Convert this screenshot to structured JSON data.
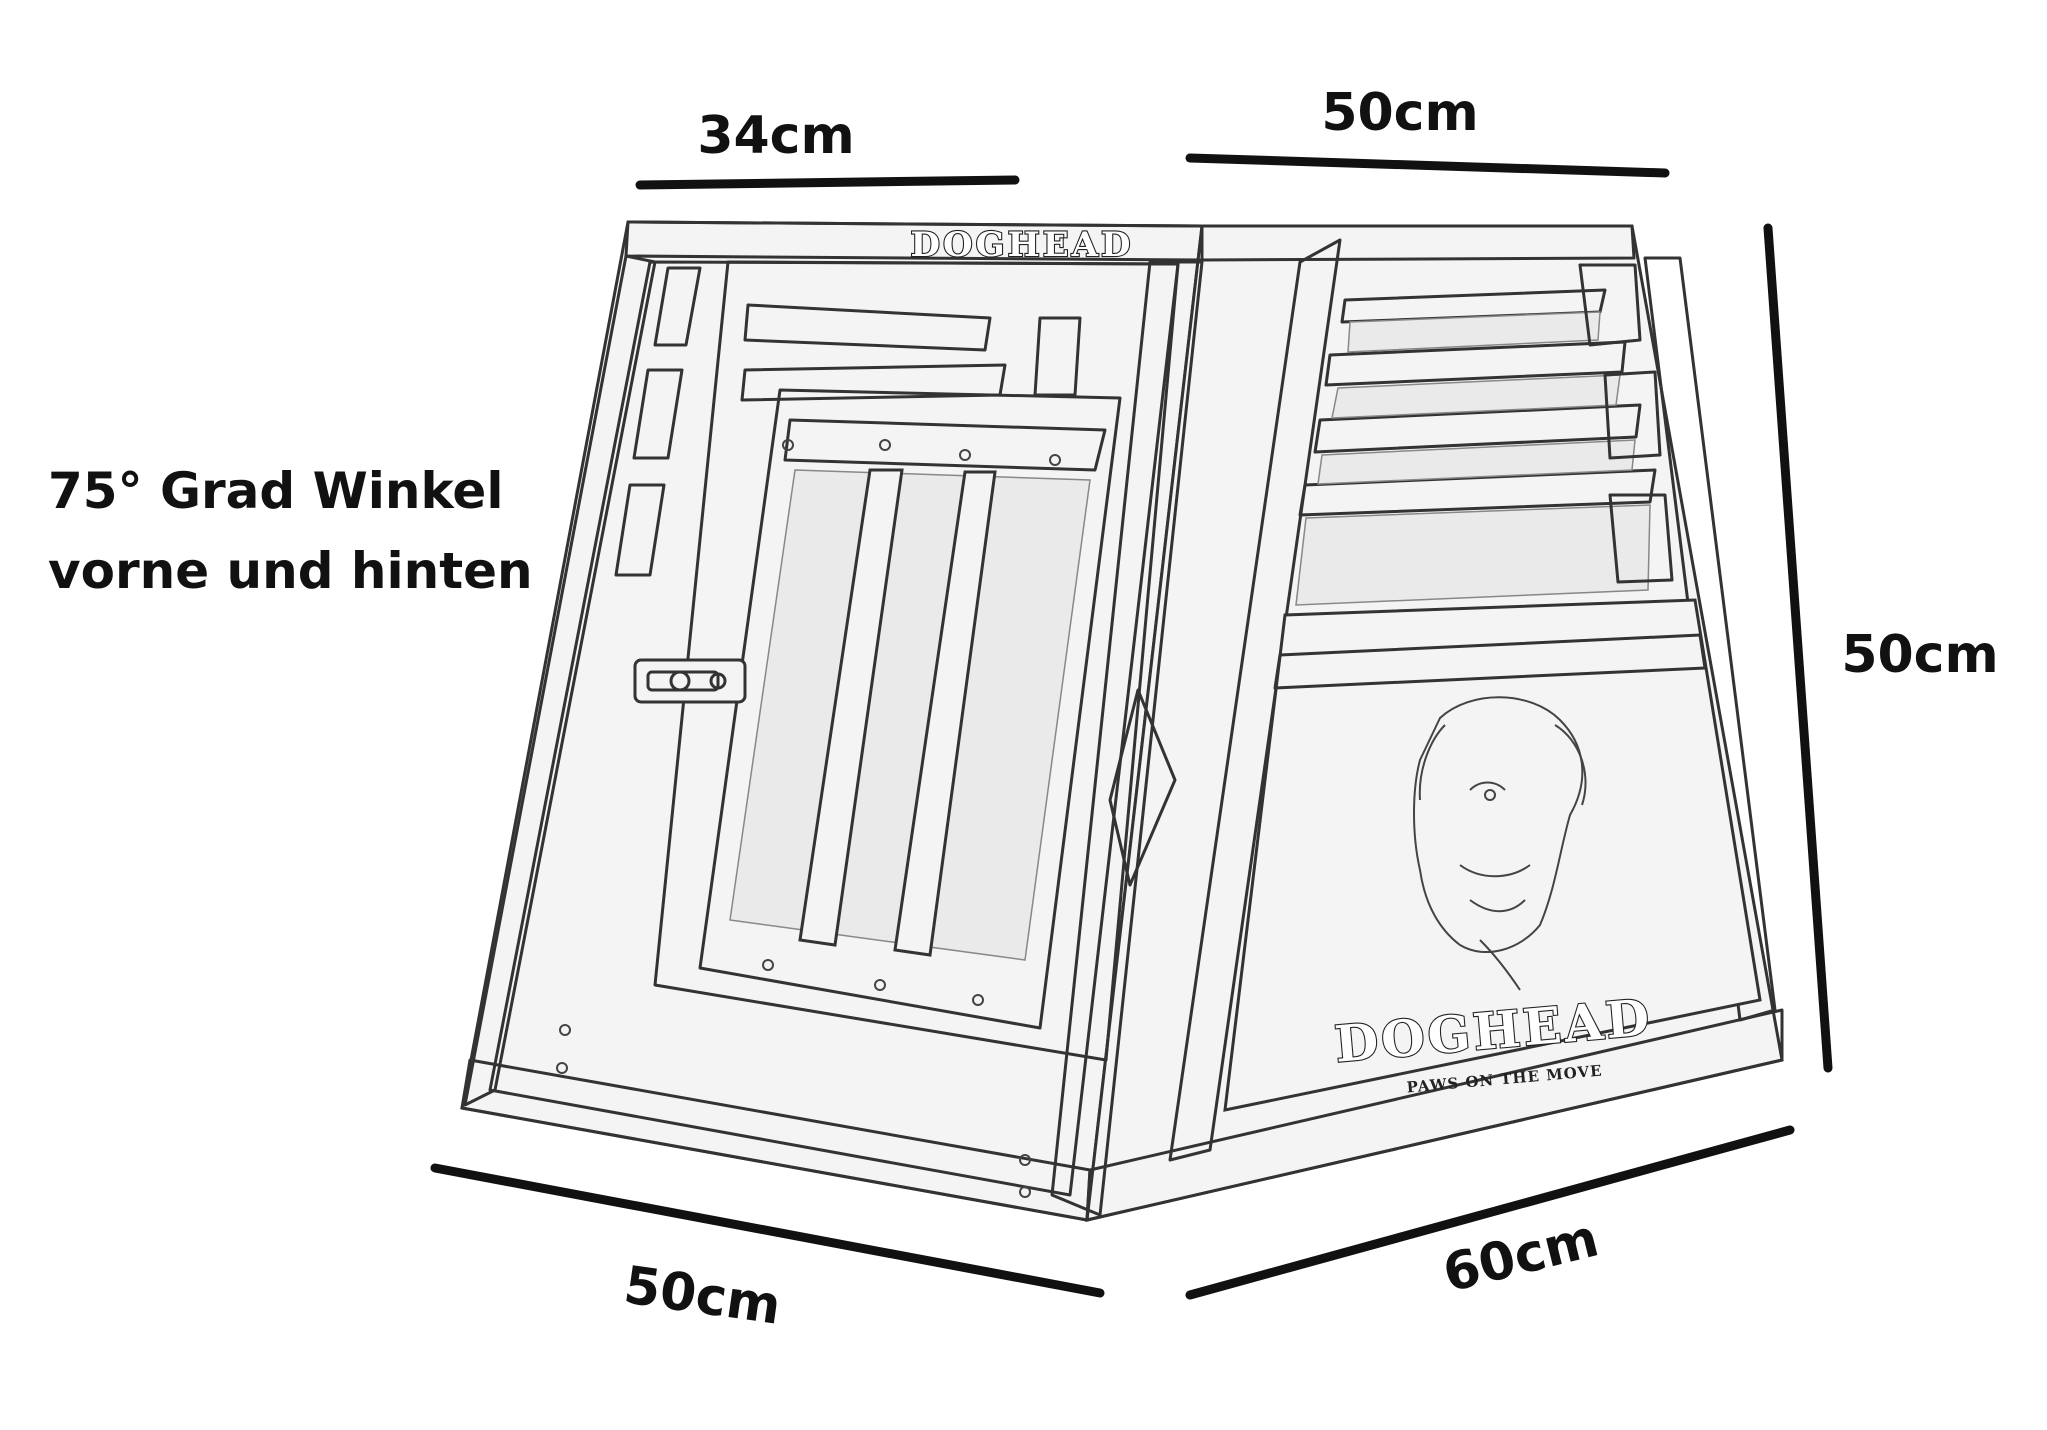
{
  "dimensions": {
    "front_width": "34cm",
    "top_depth": "50cm",
    "height": "50cm",
    "bottom_front_width": "50cm",
    "bottom_depth": "60cm"
  },
  "angle_note": {
    "line1": "75° Grad Winkel",
    "line2": "vorne und hinten"
  },
  "branding": {
    "top_logo": "DOGHEAD",
    "side_logo": "DOGHEAD",
    "side_tagline": "PAWS ON THE MOVE"
  },
  "colors": {
    "line": "#111111",
    "background": "#ffffff"
  }
}
